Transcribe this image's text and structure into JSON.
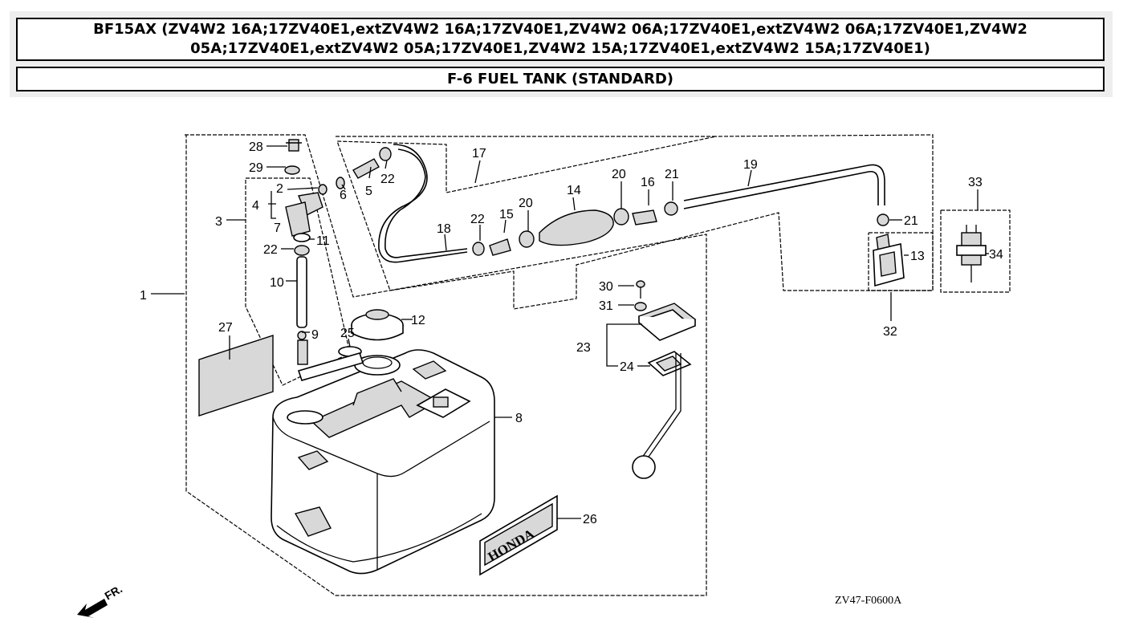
{
  "header": {
    "title": "BF15AX (ZV4W2 16A;17ZV40E1,extZV4W2 16A;17ZV40E1,ZV4W2 06A;17ZV40E1,extZV4W2 06A;17ZV40E1,ZV4W2 05A;17ZV40E1,extZV4W2 05A;17ZV40E1,ZV4W2 15A;17ZV40E1,extZV4W2 15A;17ZV40E1)",
    "subtitle": "F-6 FUEL TANK (STANDARD)"
  },
  "diagram": {
    "callouts": {
      "c1": "1",
      "c2": "2",
      "c3": "3",
      "c4": "4",
      "c5": "5",
      "c6": "6",
      "c7": "7",
      "c8": "8",
      "c9": "9",
      "c10": "10",
      "c11": "11",
      "c12": "12",
      "c13": "13",
      "c14": "14",
      "c15": "15",
      "c16": "16",
      "c17": "17",
      "c18": "18",
      "c19": "19",
      "c20a": "20",
      "c20b": "20",
      "c21a": "21",
      "c21b": "21",
      "c22a": "22",
      "c22b": "22",
      "c22c": "22",
      "c23": "23",
      "c24": "24",
      "c25": "25",
      "c26": "26",
      "c27": "27",
      "c28": "28",
      "c29": "29",
      "c30": "30",
      "c31": "31",
      "c32": "32",
      "c33": "33",
      "c34": "34"
    },
    "front_marker": "FR.",
    "brand_decal": "HONDA",
    "drawing_code": "ZV47-F0600A"
  }
}
